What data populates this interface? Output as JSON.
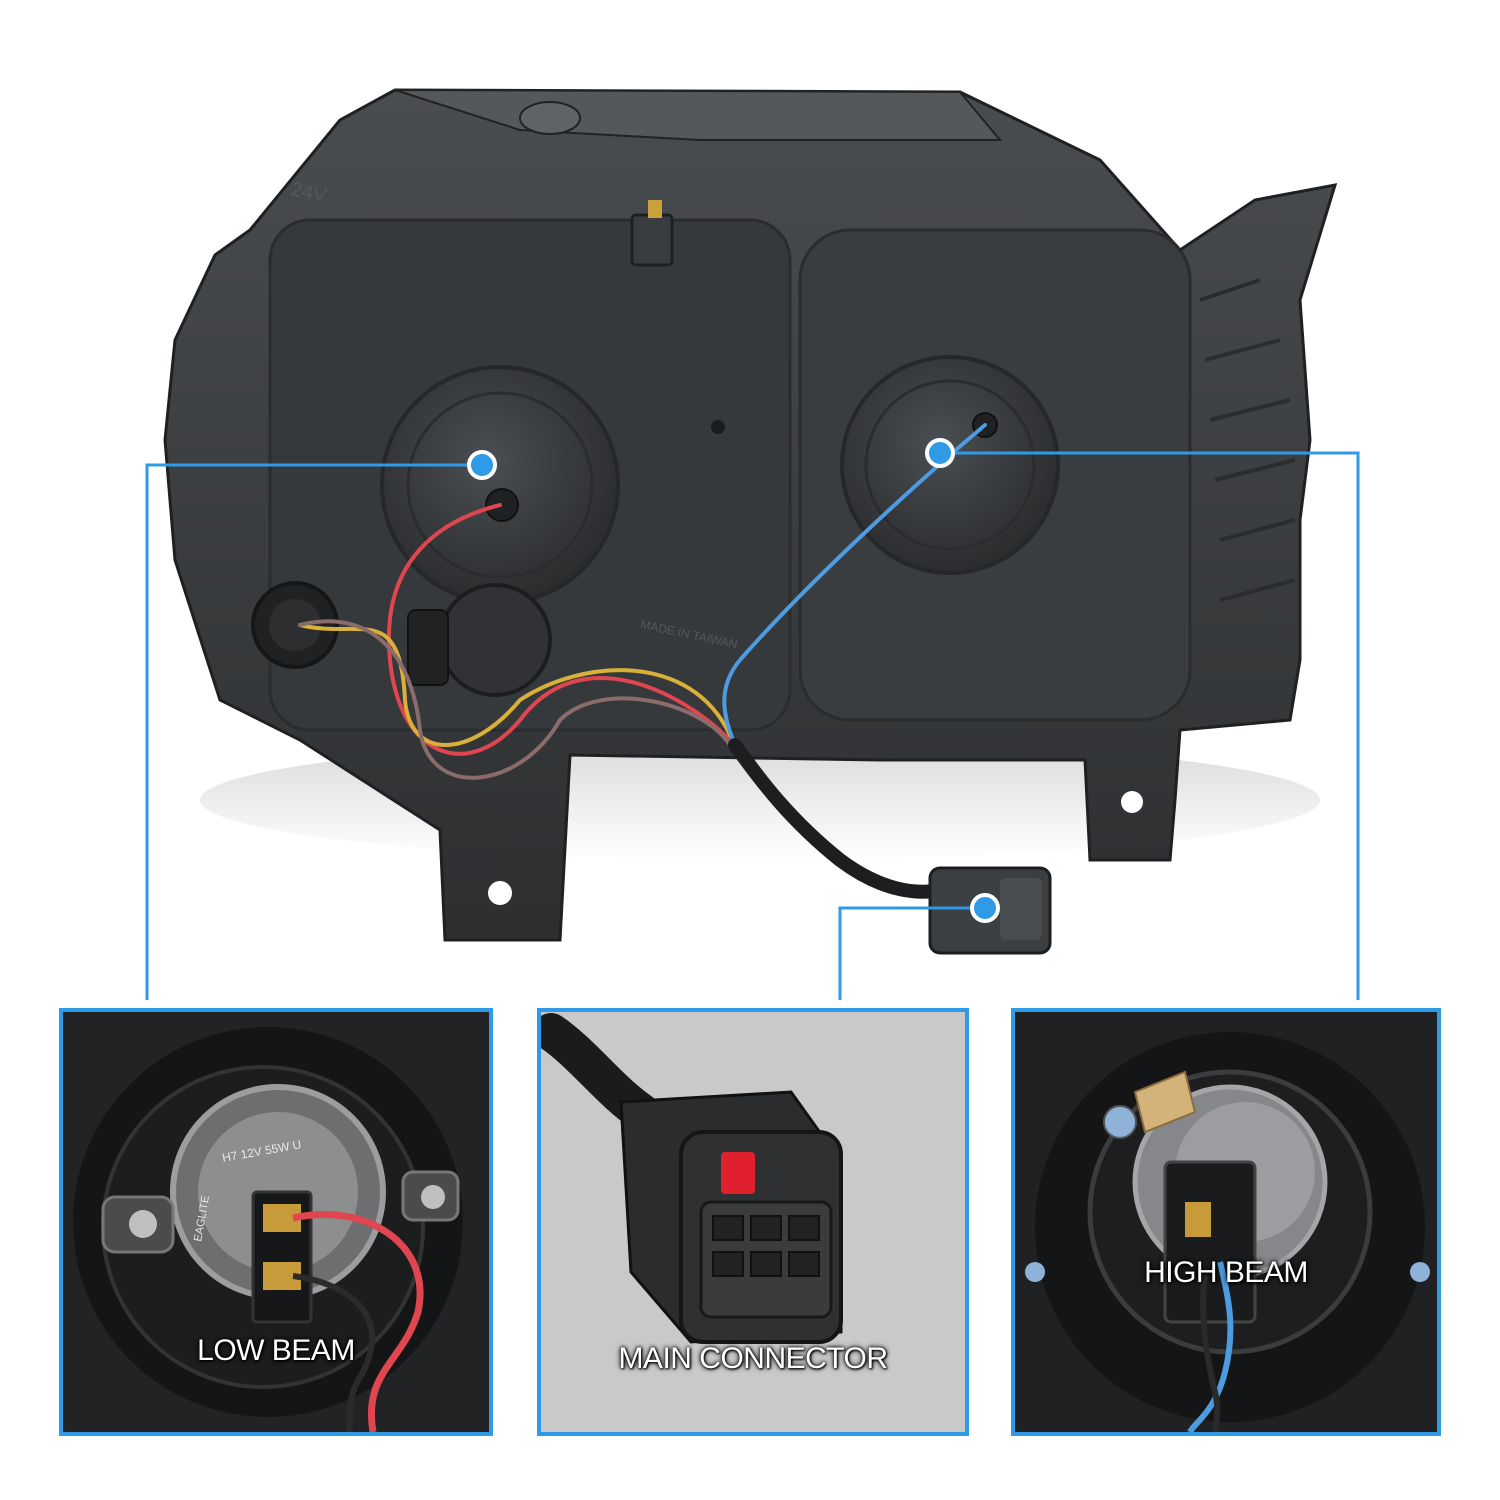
{
  "panels": {
    "low_beam": {
      "label": "LOW BEAM"
    },
    "main_connector": {
      "label": "MAIN CONNECTOR"
    },
    "high_beam": {
      "label": "HIGH BEAM"
    }
  },
  "housing_marks": {
    "voltage": "24V",
    "made_in": "MADE IN TAIWAN"
  },
  "bulb_marks": {
    "low_beam_cap": "H7 12V 55W U",
    "brand": "EAGLITE"
  },
  "colors": {
    "callout": "#2f9be6",
    "housing": "#3a3d40",
    "wire_red": "#e0464f",
    "wire_yellow": "#d9b03a",
    "wire_blue": "#4d9be0",
    "wire_brown": "#8a6c6a",
    "connector_latch": "#e0202c"
  }
}
